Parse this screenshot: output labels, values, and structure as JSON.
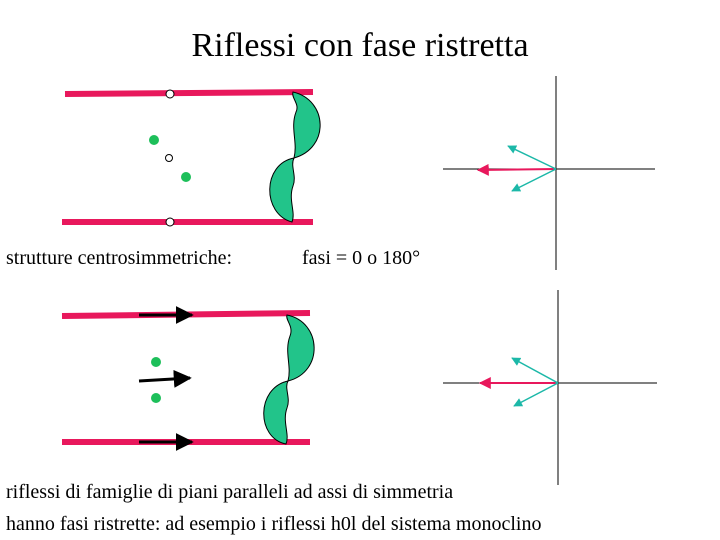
{
  "title": "Riflessi con fase ristretta",
  "label_left": "strutture centrosimmetriche:",
  "label_right": "fasi = 0 o 180°",
  "caption_line1": "riflessi di famiglie di piani paralleli ad assi di simmetria",
  "caption_line2": "hanno fasi ristrette: ad esempio i riflessi h0l del sistema monoclino",
  "colors": {
    "plane": "#e8185c",
    "atom": "#1dbf5a",
    "lens_fill": "#22c48a",
    "vector_teal": "#1cb8a8",
    "vector_magenta": "#e8185c",
    "axis": "#000000"
  }
}
